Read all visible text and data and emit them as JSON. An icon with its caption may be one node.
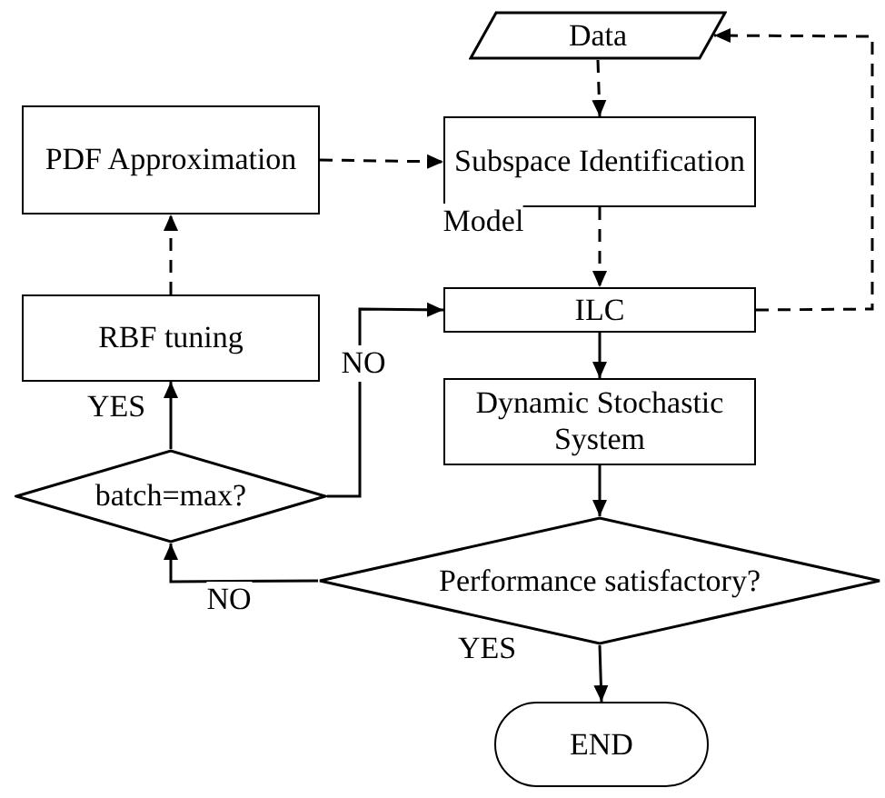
{
  "diagram": {
    "nodes": [
      {
        "text": [
          "Data"
        ]
      },
      {
        "text": [
          "PDF Approximation"
        ]
      },
      {
        "text": [
          "Subspace Identification"
        ]
      },
      {
        "text": [
          "RBF tuning"
        ]
      },
      {
        "text": [
          "ILC"
        ]
      },
      {
        "text": [
          "Dynamic Stochastic System"
        ]
      },
      {
        "text": [
          "batch=max?"
        ]
      },
      {
        "text": [
          "Performance satisfactory?"
        ]
      },
      {
        "text": [
          "END"
        ]
      }
    ],
    "edges": [
      {
        "from": 0,
        "to": 2,
        "arrow": "to",
        "style": "dashed"
      },
      {
        "from": 1,
        "to": 2,
        "arrow": "to",
        "style": "dashed"
      },
      {
        "from": 2,
        "to": 4,
        "arrow": "to",
        "style": "dashed",
        "label": "Model"
      },
      {
        "from": 4,
        "to": 0,
        "arrow": "to",
        "style": "dashed"
      },
      {
        "from": 4,
        "to": 5,
        "arrow": "to"
      },
      {
        "from": 5,
        "to": 7,
        "arrow": "to"
      },
      {
        "from": 7,
        "to": 6,
        "arrow": "to",
        "label": "NO"
      },
      {
        "from": 7,
        "to": 8,
        "arrow": "to",
        "label": "YES"
      },
      {
        "from": 6,
        "to": 3,
        "arrow": "to",
        "label": "YES"
      },
      {
        "from": 6,
        "to": 4,
        "arrow": "to",
        "label": "NO"
      },
      {
        "from": 3,
        "to": 1,
        "arrow": "to",
        "style": "dashed"
      }
    ]
  }
}
